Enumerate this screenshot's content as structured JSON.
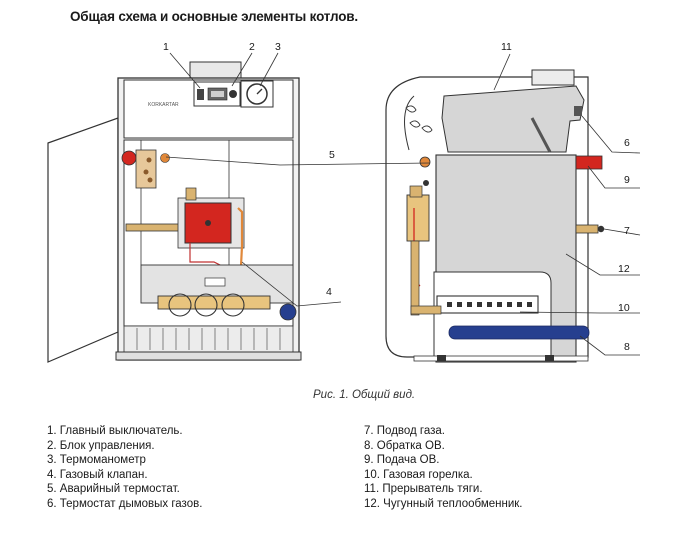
{
  "heading": "Общая схема и основные элементы котлов.",
  "caption": "Рис. 1. Общий вид.",
  "brand_label": "KORKARTAR",
  "callouts": {
    "c1": "1",
    "c2": "2",
    "c3": "3",
    "c4": "4",
    "c5": "5",
    "c6": "6",
    "c7": "7",
    "c8": "8",
    "c9": "9",
    "c10": "10",
    "c11": "11",
    "c12": "12"
  },
  "legend_left": [
    "1. Главный выключатель.",
    "2. Блок управления.",
    "3. Термоманометр",
    "4. Газовый клапан.",
    "5. Аварийный термостат.",
    "6. Термостат дымовых газов."
  ],
  "legend_right": [
    "7. Подвод газа.",
    "8. Обратка ОВ.",
    "9. Подача ОВ.",
    "10. Газовая горелка.",
    "11. Прерыватель тяги.",
    "12. Чугунный теплообменник."
  ],
  "colors": {
    "outline": "#333333",
    "body_gray": "#d6d6d6",
    "gas_valve_red": "#d3261f",
    "supply_red": "#d3261f",
    "return_blue": "#263f8f",
    "brass": "#d9b370",
    "copper": "#e0883a"
  }
}
